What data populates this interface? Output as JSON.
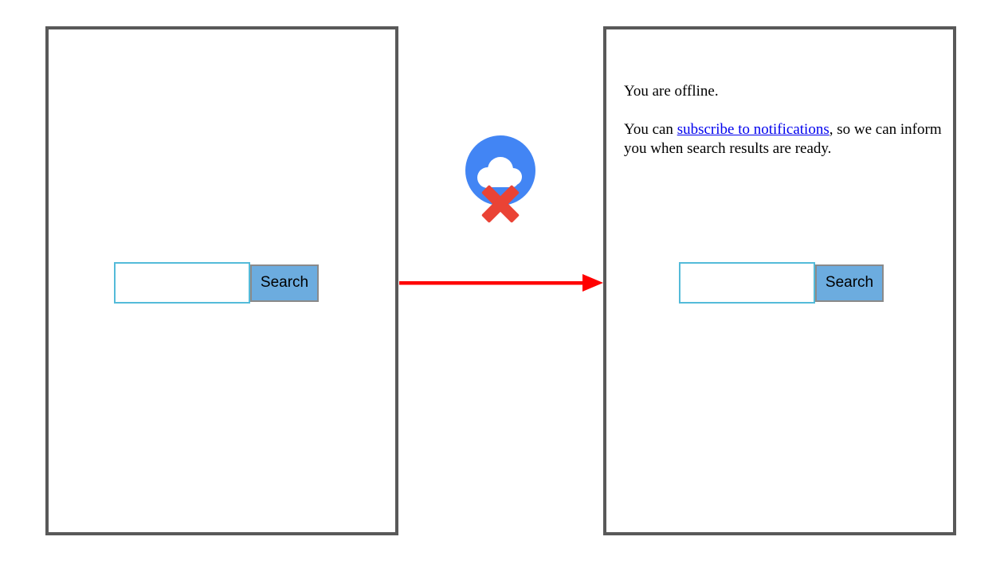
{
  "diagram": {
    "left_panel": {
      "name": "online-search-page",
      "search_input_value": "",
      "search_button_label": "Search"
    },
    "right_panel": {
      "name": "offline-search-page",
      "offline_text": "You are offline.",
      "subscribe_prefix": "You can ",
      "subscribe_link_text": "subscribe to notifications",
      "subscribe_suffix": ", so we can inform you when search results are ready.",
      "search_input_value": "",
      "search_button_label": "Search"
    },
    "icons": {
      "offline_cloud": "cloud-offline-icon",
      "flow_arrow": "right-arrow-icon"
    },
    "colors": {
      "panel_border": "#595959",
      "arrow_red": "#ff0000",
      "icon_circle_blue": "#4285f4",
      "icon_x_red": "#ea4335",
      "input_border_teal": "#54bbd9",
      "button_blue": "#6cacdf",
      "button_border_gray": "#8a8a8a",
      "link_blue": "#0000ee"
    }
  }
}
